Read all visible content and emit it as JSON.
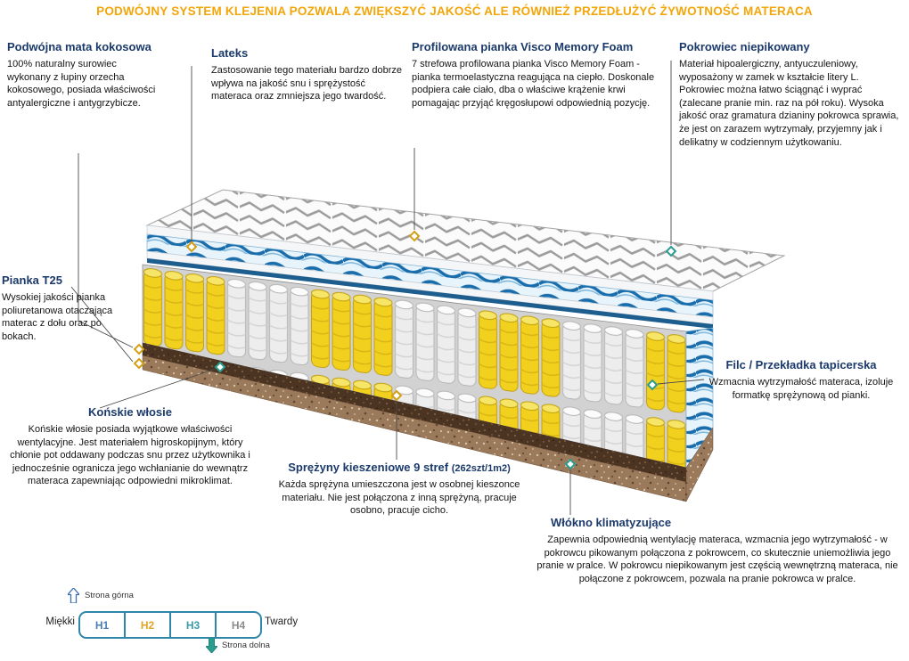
{
  "banner": "PODWÓJNY SYSTEM KLEJENIA POZWALA ZWIĘKSZYĆ JAKOŚĆ ALE RÓWNIEŻ PRZEDŁUŻYĆ ŻYWOTNOŚĆ MATERACA",
  "annotations": {
    "mata": {
      "title": "Podwójna mata kokosowa",
      "body": "100% naturalny surowiec wykonany z łupiny orzecha kokosowego, posiada właściwości antyalergiczne i antygrzybicze."
    },
    "lateks": {
      "title": "Lateks",
      "body": "Zastosowanie tego materiału bardzo dobrze wpływa na jakość snu i sprężystość materaca oraz zmniejsza jego twardość."
    },
    "visco": {
      "title": "Profilowana pianka Visco Memory Foam",
      "body": "7 strefowa profilowana pianka Visco Memory Foam - pianka termoelastyczna reagująca na ciepło. Doskonale podpiera całe ciało, dba o właściwe krążenie krwi pomagając przyjąć kręgosłupowi odpowiednią pozycję."
    },
    "pokrowiec": {
      "title": "Pokrowiec niepikowany",
      "body": "Materiał hipoalergiczny, antyuczuleniowy, wyposażony w zamek w kształcie litery L. Pokrowiec można łatwo ściągnąć i wyprać (zalecane pranie min. raz na pół roku). Wysoka jakość oraz gramatura dzianiny pokrowca sprawia, że jest on zarazem wytrzymały, przyjemny jak i delikatny w codziennym użytkowaniu."
    },
    "pianka": {
      "title": "Pianka T25",
      "body": "Wysokiej jakości pianka poliuretanowa otaczająca materac z dołu oraz po bokach."
    },
    "konskie": {
      "title": "Końskie włosie",
      "body": "Końskie włosie posiada wyjątkowe właściwości wentylacyjne. Jest materiałem higroskopijnym, który chłonie pot oddawany podczas snu przez użytkownika i jednocześnie ogranicza jego wchłanianie do wewnątrz materaca zapewniając odpowiedni mikroklimat."
    },
    "sprezyny": {
      "title": "Sprężyny kieszeniowe 9 stref",
      "suffix": "(262szt/1m2)",
      "body": "Każda sprężyna umieszczona jest w osobnej kieszonce materiału. Nie jest połączona z inną sprężyną, pracuje osobno, pracuje cicho."
    },
    "filc": {
      "title": "Filc / Przekładka tapicerska",
      "body": "Wzmacnia wytrzymałość materaca, izoluje formatkę sprężynową od pianki."
    },
    "wlokno": {
      "title": "Włókno klimatyzujące",
      "body": "Zapewnia odpowiednią wentylację materaca, wzmacnia jego wytrzymałość - w pokrowcu pikowanym połączona z pokrowcem, co skutecznie uniemożliwia jego pranie w pralce. W pokrowcu niepikowanym jest częścią wewnętrzną materaca, nie połączone z pokrowcem, pozwala na pranie pokrowca w pralce."
    }
  },
  "scale": {
    "top_label": "Strona górna",
    "bottom_label": "Strona dolna",
    "soft_label": "Miękki",
    "hard_label": "Twardy",
    "border_color": "#2e86a8",
    "levels": [
      {
        "label": "H1",
        "color": "#4a7ebb"
      },
      {
        "label": "H2",
        "color": "#dfa526"
      },
      {
        "label": "H3",
        "color": "#3a9daa"
      },
      {
        "label": "H4",
        "color": "#8c8c8c"
      }
    ]
  },
  "colors": {
    "banner": "#f2a60a",
    "heading": "#1b3a6b",
    "gold_marker": "#d4a017",
    "teal_marker": "#2a9d8f",
    "spring_yellow": "#f2d01e",
    "wave_blue": "#1a6dab"
  }
}
